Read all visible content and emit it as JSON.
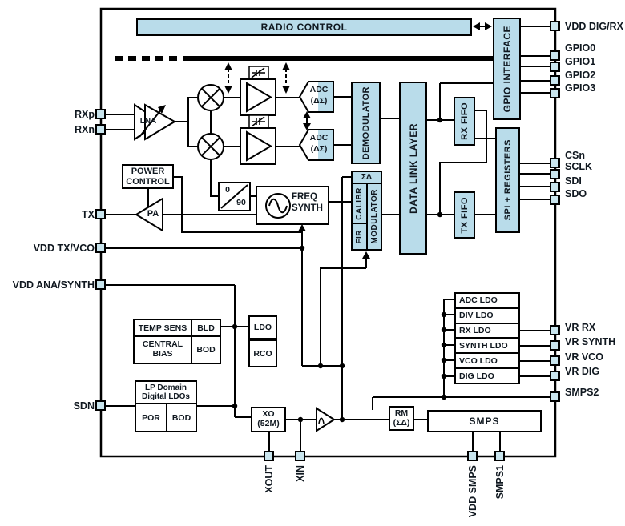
{
  "diagram": {
    "colors": {
      "block_fill": "#b9dcea",
      "pin_fill": "#c9e5ee",
      "line": "#000000",
      "text": "#101820"
    },
    "blocks": {
      "radio_control": "RADIO CONTROL",
      "gpio_interface": "GPIO INTERFACE",
      "spi_registers": "SPI + REGISTERS",
      "rx_fifo": "RX FIFO",
      "tx_fifo": "TX FIFO",
      "data_link_layer": "DATA LINK LAYER",
      "demodulator": "DEMODULATOR",
      "modulator": "MODULATOR",
      "sigma_delta": "ΣΔ",
      "calibr": "CALIBR",
      "fir": "FIR",
      "adc": {
        "line1": "ADC",
        "line2": "(ΔΣ)"
      },
      "freq_synth": {
        "line1": "FREQ",
        "line2": "SYNTH"
      },
      "phase": {
        "p0": "0",
        "p90": "90"
      },
      "power_control": {
        "line1": "POWER",
        "line2": "CONTROL"
      },
      "lna": "LNA",
      "pa": "PA",
      "bias": {
        "temp": "TEMP SENS",
        "central": "CENTRAL BIAS",
        "bld": "BLD",
        "bod": "BOD"
      },
      "ldo": "LDO",
      "rco": "RCO",
      "lp": {
        "header": "LP Domain Digital LDOs",
        "por": "POR",
        "bod": "BOD"
      },
      "xo": {
        "line1": "XO",
        "line2": "(52M)"
      },
      "rm": {
        "line1": "RM",
        "line2": "(ΣΔ)"
      },
      "smps": "SMPS",
      "ldos": [
        "ADC LDO",
        "DIV LDO",
        "RX LDO",
        "SYNTH LDO",
        "VCO LDO",
        "DIG LDO"
      ]
    },
    "pins": {
      "left": [
        "RXp",
        "RXn",
        "TX",
        "VDD TX/VCO",
        "VDD ANA/SYNTH",
        "SDN"
      ],
      "right": [
        "VDD DIG/RX",
        "GPIO0",
        "GPIO1",
        "GPIO2",
        "GPIO3",
        "CSn",
        "SCLK",
        "SDI",
        "SDO",
        "VR RX",
        "VR SYNTH",
        "VR VCO",
        "VR DIG",
        "SMPS2"
      ],
      "bottom": [
        "XOUT",
        "XIN",
        "VDD SMPS",
        "SMPS1"
      ]
    }
  }
}
